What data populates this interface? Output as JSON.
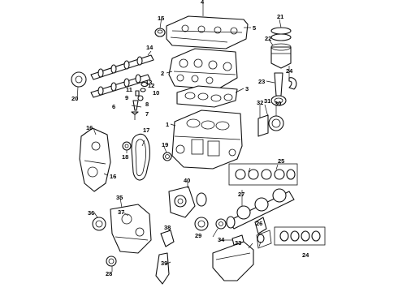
{
  "callouts": {
    "n1": "1",
    "n2": "2",
    "n3": "3",
    "n4": "4",
    "n5": "5",
    "n6": "6",
    "n7": "7",
    "n8": "8",
    "n9": "9",
    "n10": "10",
    "n11": "11",
    "n12": "12",
    "n13": "13",
    "n14": "14",
    "n15": "15",
    "n16a": "16",
    "n16b": "16",
    "n17": "17",
    "n18": "18",
    "n19": "19",
    "n20": "20",
    "n21": "21",
    "n22": "22",
    "n23": "23",
    "n24a": "24",
    "n24b": "24",
    "n25": "25",
    "n26": "26",
    "n27": "27",
    "n28": "28",
    "n29": "29",
    "n30": "30",
    "n31": "31",
    "n32": "32",
    "n33": "33",
    "n34": "34",
    "n35": "35",
    "n36": "36",
    "n37": "37",
    "n38": "38",
    "n39": "39",
    "n40": "40"
  },
  "colors": {
    "line": "#111111",
    "background": "#ffffff"
  }
}
